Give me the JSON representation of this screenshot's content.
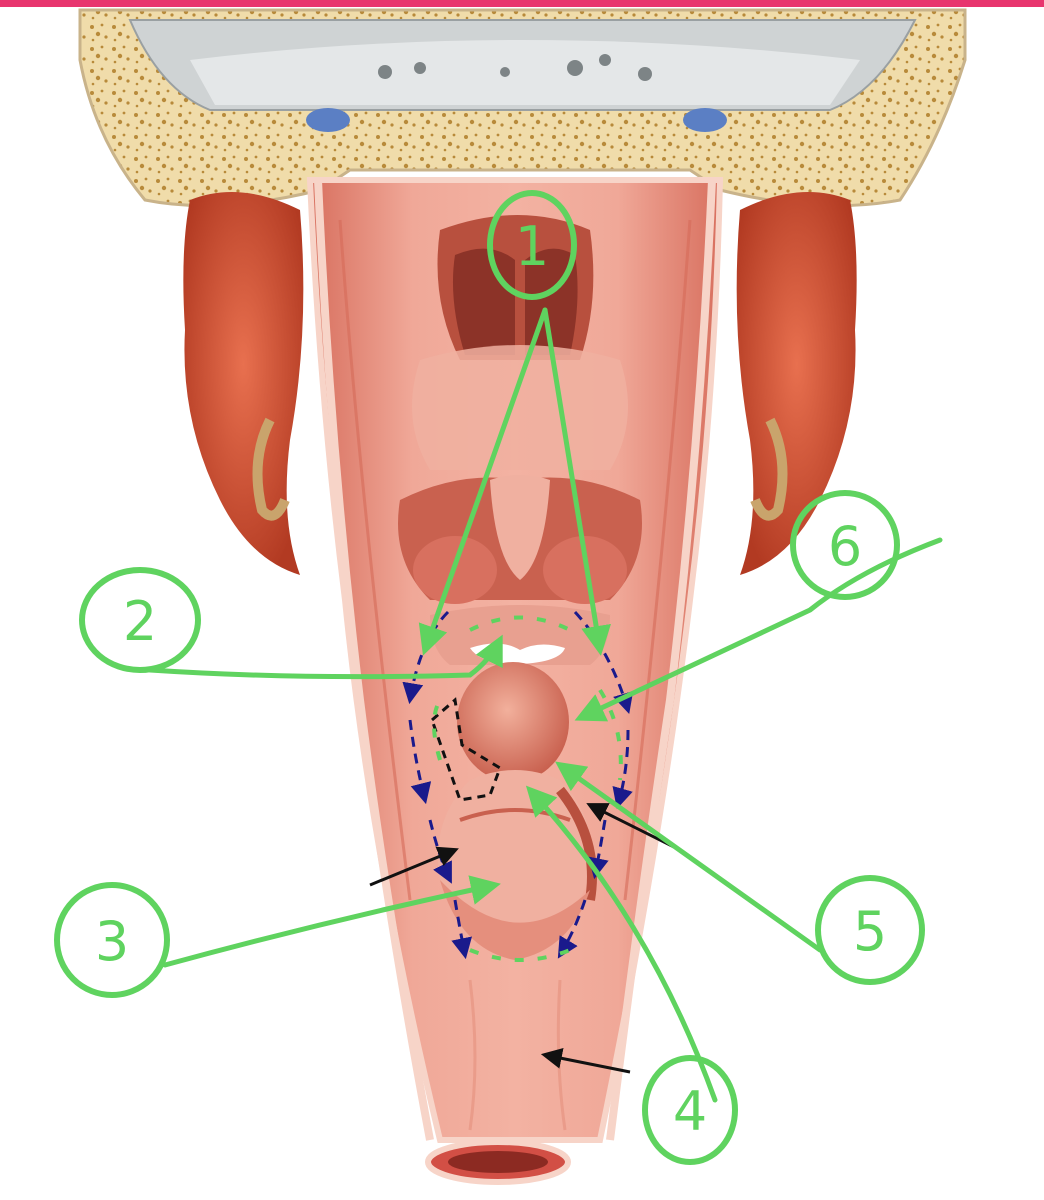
{
  "colors": {
    "top_strip": "#e8356e",
    "bone": "#f0dcaa",
    "bone_speckle": "#b88a3a",
    "bone_shadow": "#c9b38a",
    "sinus_gray": "#cfd3d4",
    "vessel_blue": "#5b7fc4",
    "muscle_outer": "#d9553a",
    "muscle_outer_dark": "#b23a22",
    "pharynx_wall": "#e48a7a",
    "pharynx_wall_light": "#f0a898",
    "mucosa_inner": "#ee9f8c",
    "mucosa_dark": "#b8503e",
    "tube_border": "#f7d4c8",
    "trachea_ring": "#d24f45",
    "annotation_green": "#5fd35f",
    "annotation_blue": "#1a1a8c",
    "annotation_black": "#111111"
  },
  "labels": [
    "1",
    "2",
    "3",
    "4",
    "5",
    "6"
  ]
}
